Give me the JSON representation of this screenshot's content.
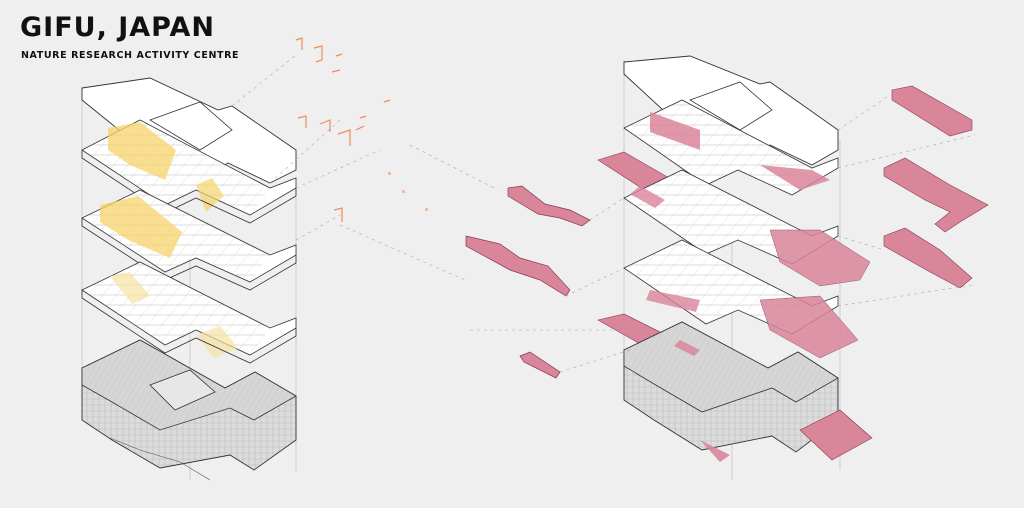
{
  "header": {
    "title": "GIFU, JAPAN",
    "subtitle": "NATURE RESEARCH ACTIVITY CENTRE"
  },
  "colors": {
    "background": "#efefef",
    "line": "#333333",
    "outline": "#9a9a9a",
    "yellow_highlight": "#f7d36b",
    "orange_wall": "#f08a5d",
    "pink_circulation": "#d9859a"
  },
  "drawings": {
    "left": "exploded-axonometric-existing",
    "right": "exploded-axonometric-circulation"
  }
}
